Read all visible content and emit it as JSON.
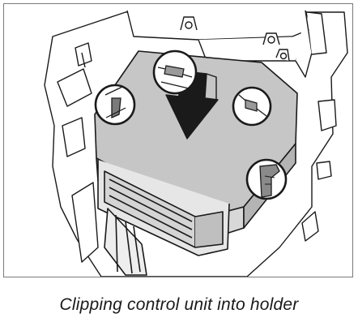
{
  "figure": {
    "caption": "Clipping control unit into holder",
    "arrow_direction": "down",
    "callouts": [
      {
        "id": "clip-top-left",
        "depicts": "clip"
      },
      {
        "id": "clip-top-center",
        "depicts": "clip"
      },
      {
        "id": "clip-top-right",
        "depicts": "clip"
      },
      {
        "id": "clip-right",
        "depicts": "clip"
      }
    ],
    "colors": {
      "line": "#1a1a1a",
      "unit_fill": "#c6c6c6",
      "holder_fill": "#ffffff",
      "frame": "#7a7a7a"
    }
  }
}
